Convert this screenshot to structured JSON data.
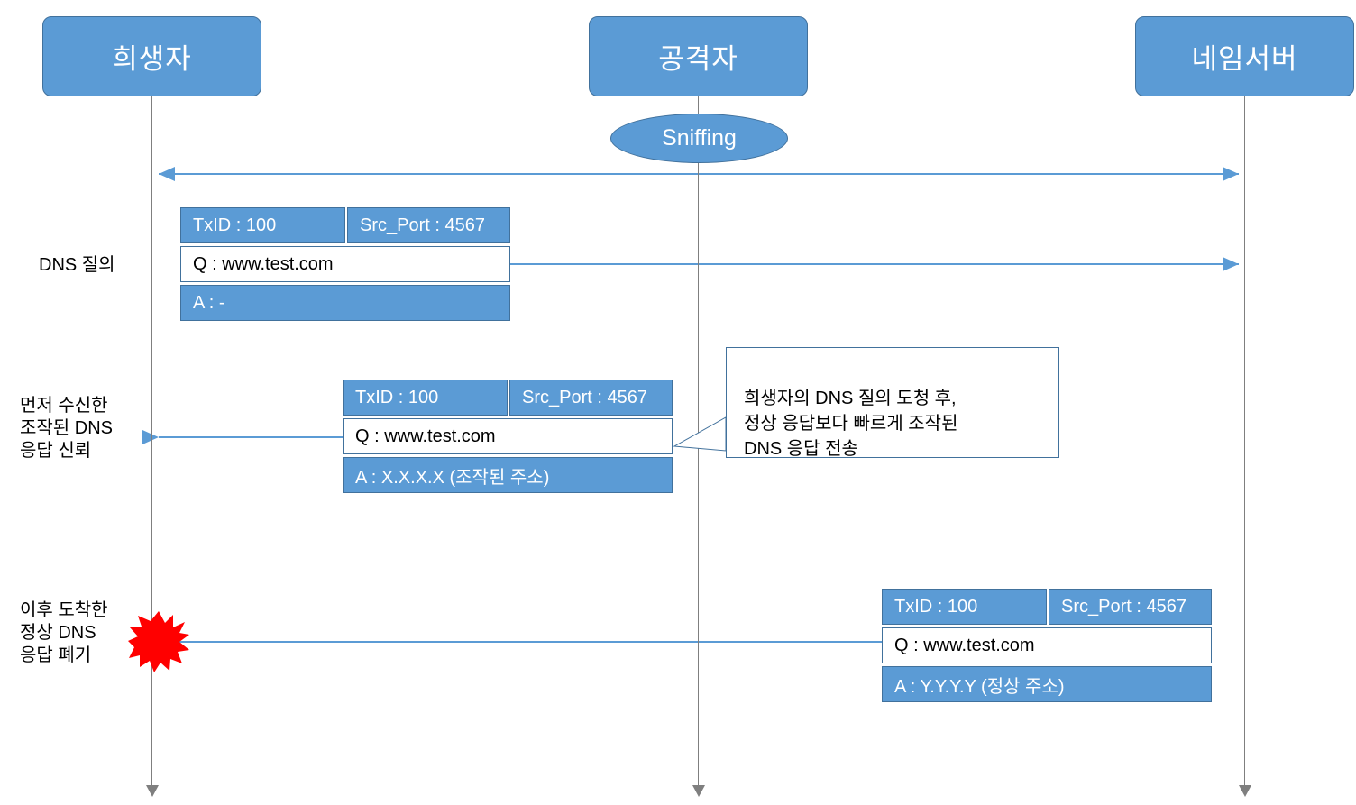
{
  "diagram": {
    "title": "DNS Spoofing Attack Sequence",
    "colors": {
      "actor_fill": "#5b9bd5",
      "actor_border": "#41719c",
      "lifeline": "#7f7f7f",
      "arrow": "#5b9bd5",
      "explosion": "#ff0000",
      "text_on_fill": "#ffffff",
      "text_dark": "#000000"
    },
    "actors": [
      {
        "id": "victim",
        "label": "희생자"
      },
      {
        "id": "attacker",
        "label": "공격자"
      },
      {
        "id": "nameserver",
        "label": "네임서버"
      }
    ],
    "attacker_annotation": {
      "label": "Sniffing",
      "shape": "ellipse"
    },
    "side_labels": [
      {
        "id": "dns-query",
        "text": "DNS 질의"
      },
      {
        "id": "forged-trusted",
        "text": "먼저 수신한\n조작된 DNS\n응답 신뢰"
      },
      {
        "id": "legit-discarded",
        "text": "이후 도착한\n정상 DNS\n응답 폐기"
      }
    ],
    "packets": [
      {
        "id": "query",
        "txid_label": "TxID : 100",
        "srcport_label": "Src_Port : 4567",
        "question": "Q : www.test.com",
        "answer": "A : -"
      },
      {
        "id": "forged",
        "txid_label": "TxID : 100",
        "srcport_label": "Src_Port : 4567",
        "question": "Q : www.test.com",
        "answer": "A : X.X.X.X (조작된 주소)"
      },
      {
        "id": "legit",
        "txid_label": "TxID : 100",
        "srcport_label": "Src_Port : 4567",
        "question": "Q : www.test.com",
        "answer": "A : Y.Y.Y.Y (정상 주소)"
      }
    ],
    "callout": {
      "text": "희생자의 DNS 질의 도청 후,\n정상 응답보다 빠르게 조작된\nDNS 응답 전송"
    },
    "messages": [
      {
        "id": "sniff-span",
        "direction": "both",
        "from": "victim",
        "to": "nameserver"
      },
      {
        "id": "dns-query-msg",
        "direction": "right",
        "from": "victim",
        "to": "nameserver"
      },
      {
        "id": "forged-reply-msg",
        "direction": "left",
        "from": "attacker",
        "to": "victim"
      },
      {
        "id": "legit-reply-msg",
        "direction": "left",
        "from": "nameserver",
        "to": "victim",
        "blocked": true
      }
    ],
    "explosion": {
      "semantic": "explosion-burst-icon",
      "color": "#ff0000"
    }
  }
}
